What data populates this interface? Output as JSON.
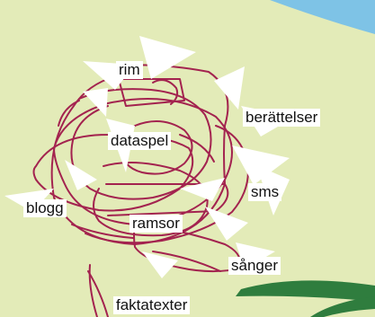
{
  "colors": {
    "background": "#e3ebb8",
    "sky_corner": "#7ec3e6",
    "scribble": "#a3234f",
    "leaf": "#2f7d3e",
    "tags": "#ffffff"
  },
  "words": [
    {
      "text": "rim"
    },
    {
      "text": "berättelser"
    },
    {
      "text": "dataspel"
    },
    {
      "text": "sms"
    },
    {
      "text": "blogg"
    },
    {
      "text": "ramsor"
    },
    {
      "text": "sånger"
    },
    {
      "text": "faktatexter"
    }
  ]
}
